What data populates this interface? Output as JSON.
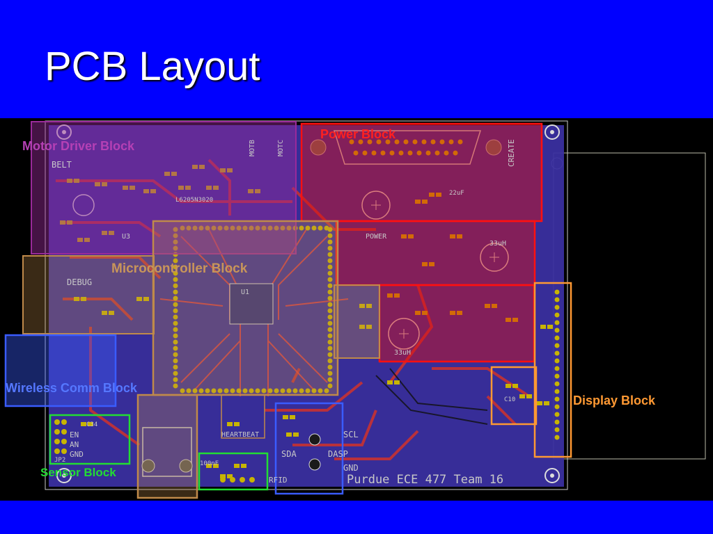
{
  "slide": {
    "title": "PCB Layout"
  },
  "blocks": {
    "motor": {
      "label": "Motor Driver Block",
      "color": "#9a2a9a"
    },
    "power": {
      "label": "Power Block",
      "color": "#ff1010"
    },
    "micro": {
      "label": "Microcontroller Block",
      "color": "#c08a4a"
    },
    "wireless": {
      "label": "Wireless Comm Block",
      "color": "#3a5cff"
    },
    "display": {
      "label": "Display Block",
      "color": "#ff9933"
    },
    "sensor": {
      "label": "Sensor Block",
      "color": "#22dd33"
    }
  },
  "silkscreen": {
    "team": "Purdue ECE 477 Team 16",
    "belt": "BELT",
    "debug": "DEBUG",
    "create": "CREATE",
    "power": "POWER",
    "heartbeat": "HEARTBEAT",
    "rfid": "RFID",
    "scl": "SCL",
    "sda": "SDA",
    "dasp": "DASP",
    "gnd": "GND",
    "gnd2": "GND",
    "en": "EN",
    "an": "AN",
    "motb": "MOTB",
    "motc": "MOTC",
    "u1": "U1",
    "u3": "U3",
    "ind1": "33uH",
    "ind2": "33uH",
    "cap1": "100nF",
    "cap2": "22uF",
    "l6205": "L6205N3020",
    "c34": "C34",
    "jp2": "JP2",
    "c10": "C10"
  },
  "colors": {
    "slide_bg": "#0000ff",
    "board_bg": "#000000",
    "copper_bottom": "#3a2fa0",
    "trace": "#c83232",
    "pad": "#c8b400",
    "title_text": "#ffffff"
  }
}
